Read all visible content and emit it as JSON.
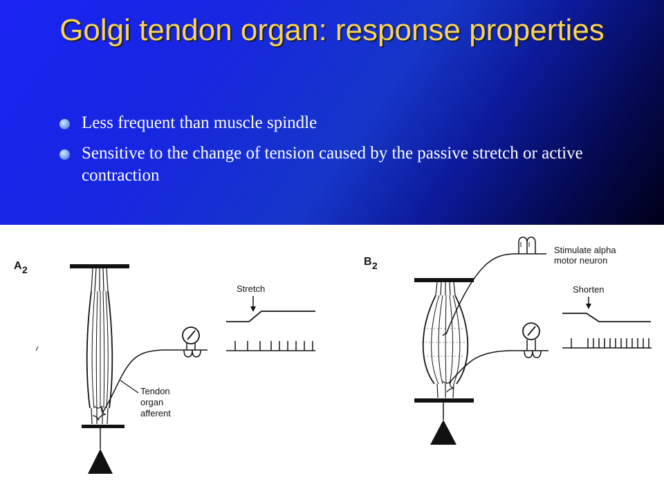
{
  "title": "Golgi tendon organ: response properties",
  "bullets": [
    "Less frequent than muscle spindle",
    "Sensitive to the change of tension caused by the passive stretch or active contraction"
  ],
  "panel_a": {
    "label": "A",
    "subscript": "2",
    "stretch_label": "Stretch",
    "afferent_label": [
      "Tendon",
      "organ",
      "afferent"
    ]
  },
  "panel_b": {
    "label": "B",
    "subscript": "2",
    "stimulate_label": [
      "Stimulate alpha",
      "motor neuron"
    ],
    "shorten_label": "Shorten"
  },
  "colors": {
    "title": "#f6d457",
    "header_bg": "#1a23f2",
    "bullet": "#7aa4f0"
  }
}
